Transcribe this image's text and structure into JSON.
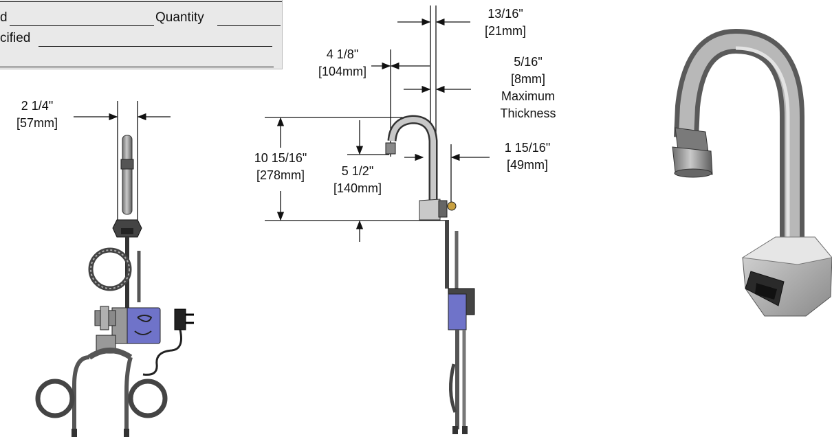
{
  "form": {
    "row1_left": "d",
    "row1_quantity_label": "Quantity",
    "row2_left": "cified"
  },
  "dimensions": {
    "front_width": {
      "inch": "2 1/4\"",
      "mm": "[57mm]"
    },
    "spout_reach": {
      "inch": "4 1/8\"",
      "mm": "[104mm]"
    },
    "spout_diameter": {
      "inch": "13/16\"",
      "mm": "[21mm]"
    },
    "max_thickness": {
      "inch": "5/16\"",
      "mm": "[8mm]",
      "label_line1": "Maximum",
      "label_line2": "Thickness"
    },
    "base_width": {
      "inch": "1 15/16\"",
      "mm": "[49mm]"
    },
    "overall_height": {
      "inch": "10 15/16\"",
      "mm": "[278mm]"
    },
    "spout_clearance": {
      "inch": "5 1/2\"",
      "mm": "[140mm]"
    }
  },
  "colors": {
    "line": "#111111",
    "metal": "#9a9a9a",
    "control_box": "#6f73c9",
    "brass": "#c8a040"
  }
}
